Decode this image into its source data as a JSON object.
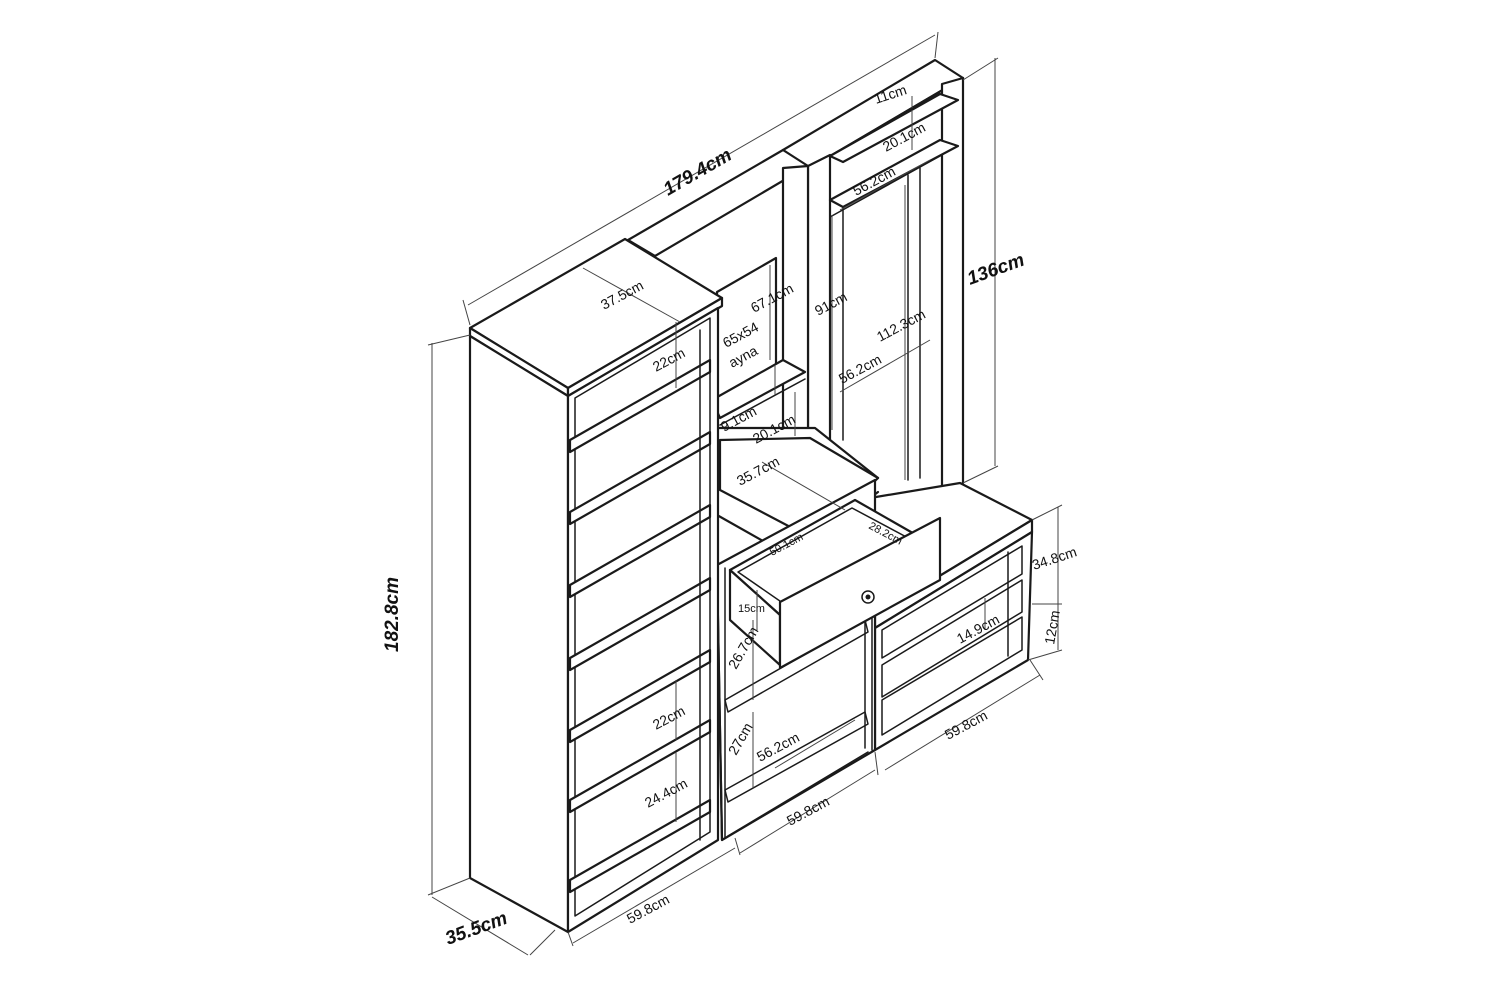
{
  "diagram": {
    "overall": {
      "width": "179.4cm",
      "height": "182.8cm",
      "depth": "35.5cm",
      "right_height": "136cm"
    },
    "bookcase": {
      "depth": "37.5cm",
      "gap_top": "22cm",
      "gap_mid": "22cm",
      "gap_bottom": "24.4cm",
      "width": "59.8cm"
    },
    "mirror_unit": {
      "mirror_height": "67.1cm",
      "mirror_line1": "65x54",
      "mirror_line2": "ayna",
      "shelf_gap": "9.1cm",
      "lower_gap": "20.1cm",
      "desk_depth": "35.7cm",
      "width": "59.8cm"
    },
    "drawer": {
      "inner_width": "50.1cm",
      "inner_depth": "28.2cm",
      "height": "15cm"
    },
    "desk_lower": {
      "upper_gap": "26.7cm",
      "lower_gap": "27cm",
      "shelf_width": "56.2cm"
    },
    "hall_unit": {
      "top_gap": "11cm",
      "rail_gap": "20.1cm",
      "inner_width_top": "56.2cm",
      "hanging_height": "91cm",
      "inner_height": "112.3cm",
      "inner_width_mid": "56.2cm"
    },
    "bench": {
      "height": "34.8cm",
      "plinth": "12cm",
      "shelf_gap": "14.9cm",
      "width": "59.8cm"
    }
  }
}
